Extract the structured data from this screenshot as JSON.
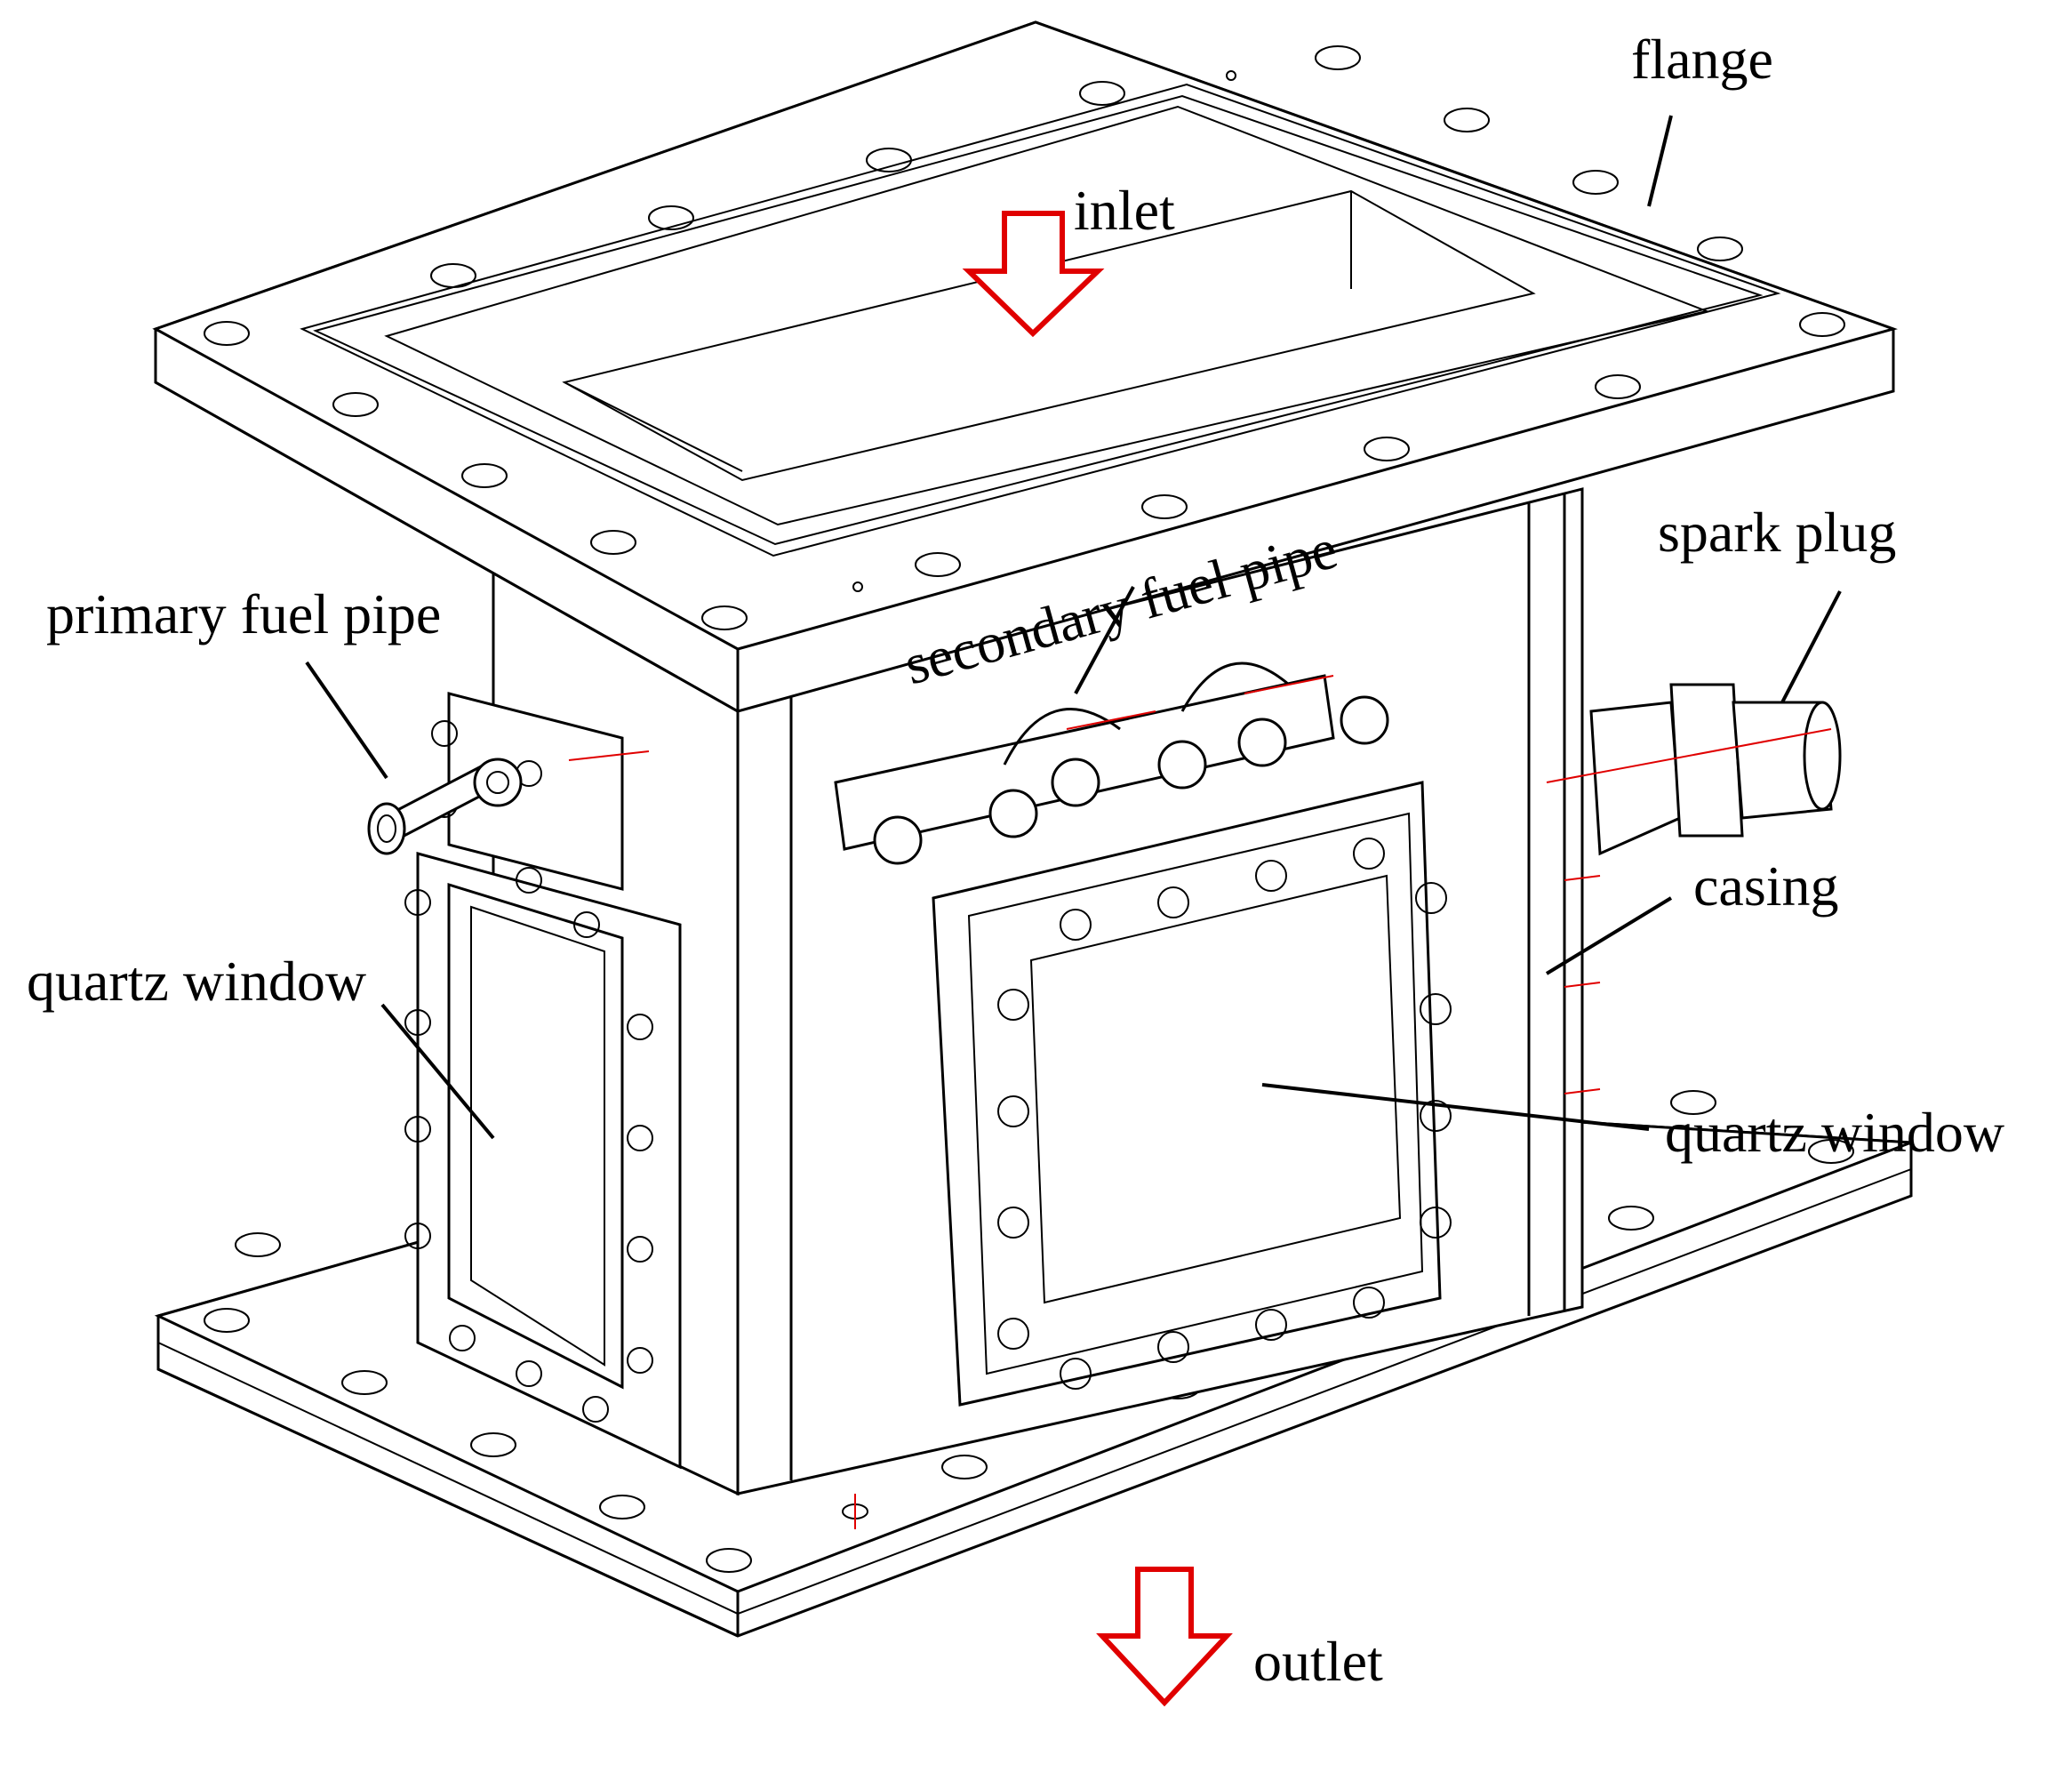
{
  "labels": {
    "flange": "flange",
    "inlet": "inlet",
    "spark_plug": "spark plug",
    "secondary_fuel_pipe": "secondary fuel pipe",
    "primary_fuel_pipe": "primary fuel pipe",
    "casing": "casing",
    "quartz_window_left": "quartz window",
    "quartz_window_right": "quartz window",
    "outlet": "outlet"
  },
  "colors": {
    "line": "#000000",
    "flow_arrow": "#e00000",
    "centerline": "#e00000",
    "background": "#ffffff"
  }
}
